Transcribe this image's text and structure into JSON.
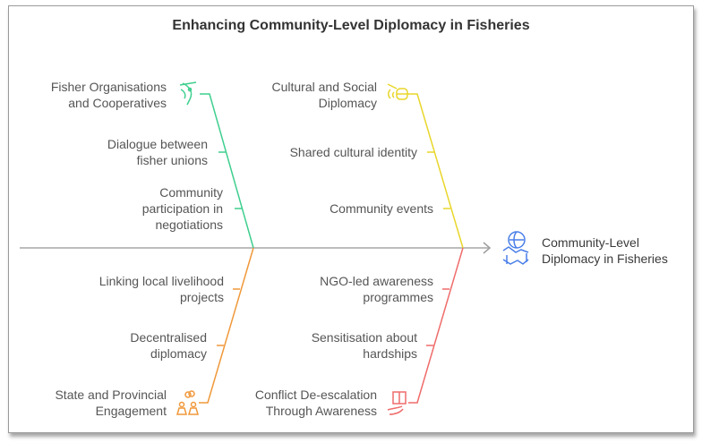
{
  "title": "Enhancing Community-Level Diplomacy in Fisheries",
  "head": {
    "label": "Community-Level\nDiplomacy in Fisheries",
    "icon": "handshake-globe-icon",
    "color": "#4a7fe8"
  },
  "branches": [
    {
      "label": "Fisher Organisations\nand Cooperatives",
      "color": "#3ecf8e",
      "icon": "fish-icon",
      "causes": [
        "Dialogue between\nfisher unions",
        "Community\nparticipation in\nnegotiations"
      ]
    },
    {
      "label": "Cultural and Social\nDiplomacy",
      "color": "#e8d62a",
      "icon": "lantern-icon",
      "causes": [
        "Shared cultural identity",
        "Community events"
      ]
    },
    {
      "label": "State and Provincial\nEngagement",
      "color": "#f0983a",
      "icon": "people-icon",
      "causes": [
        "Linking local livelihood\nprojects",
        "Decentralised\ndiplomacy"
      ]
    },
    {
      "label": "Conflict De-escalation\nThrough Awareness",
      "color": "#ef6b6b",
      "icon": "book-hand-icon",
      "causes": [
        "NGO-led awareness\nprogrammes",
        "Sensitisation about\nhardships"
      ]
    }
  ]
}
